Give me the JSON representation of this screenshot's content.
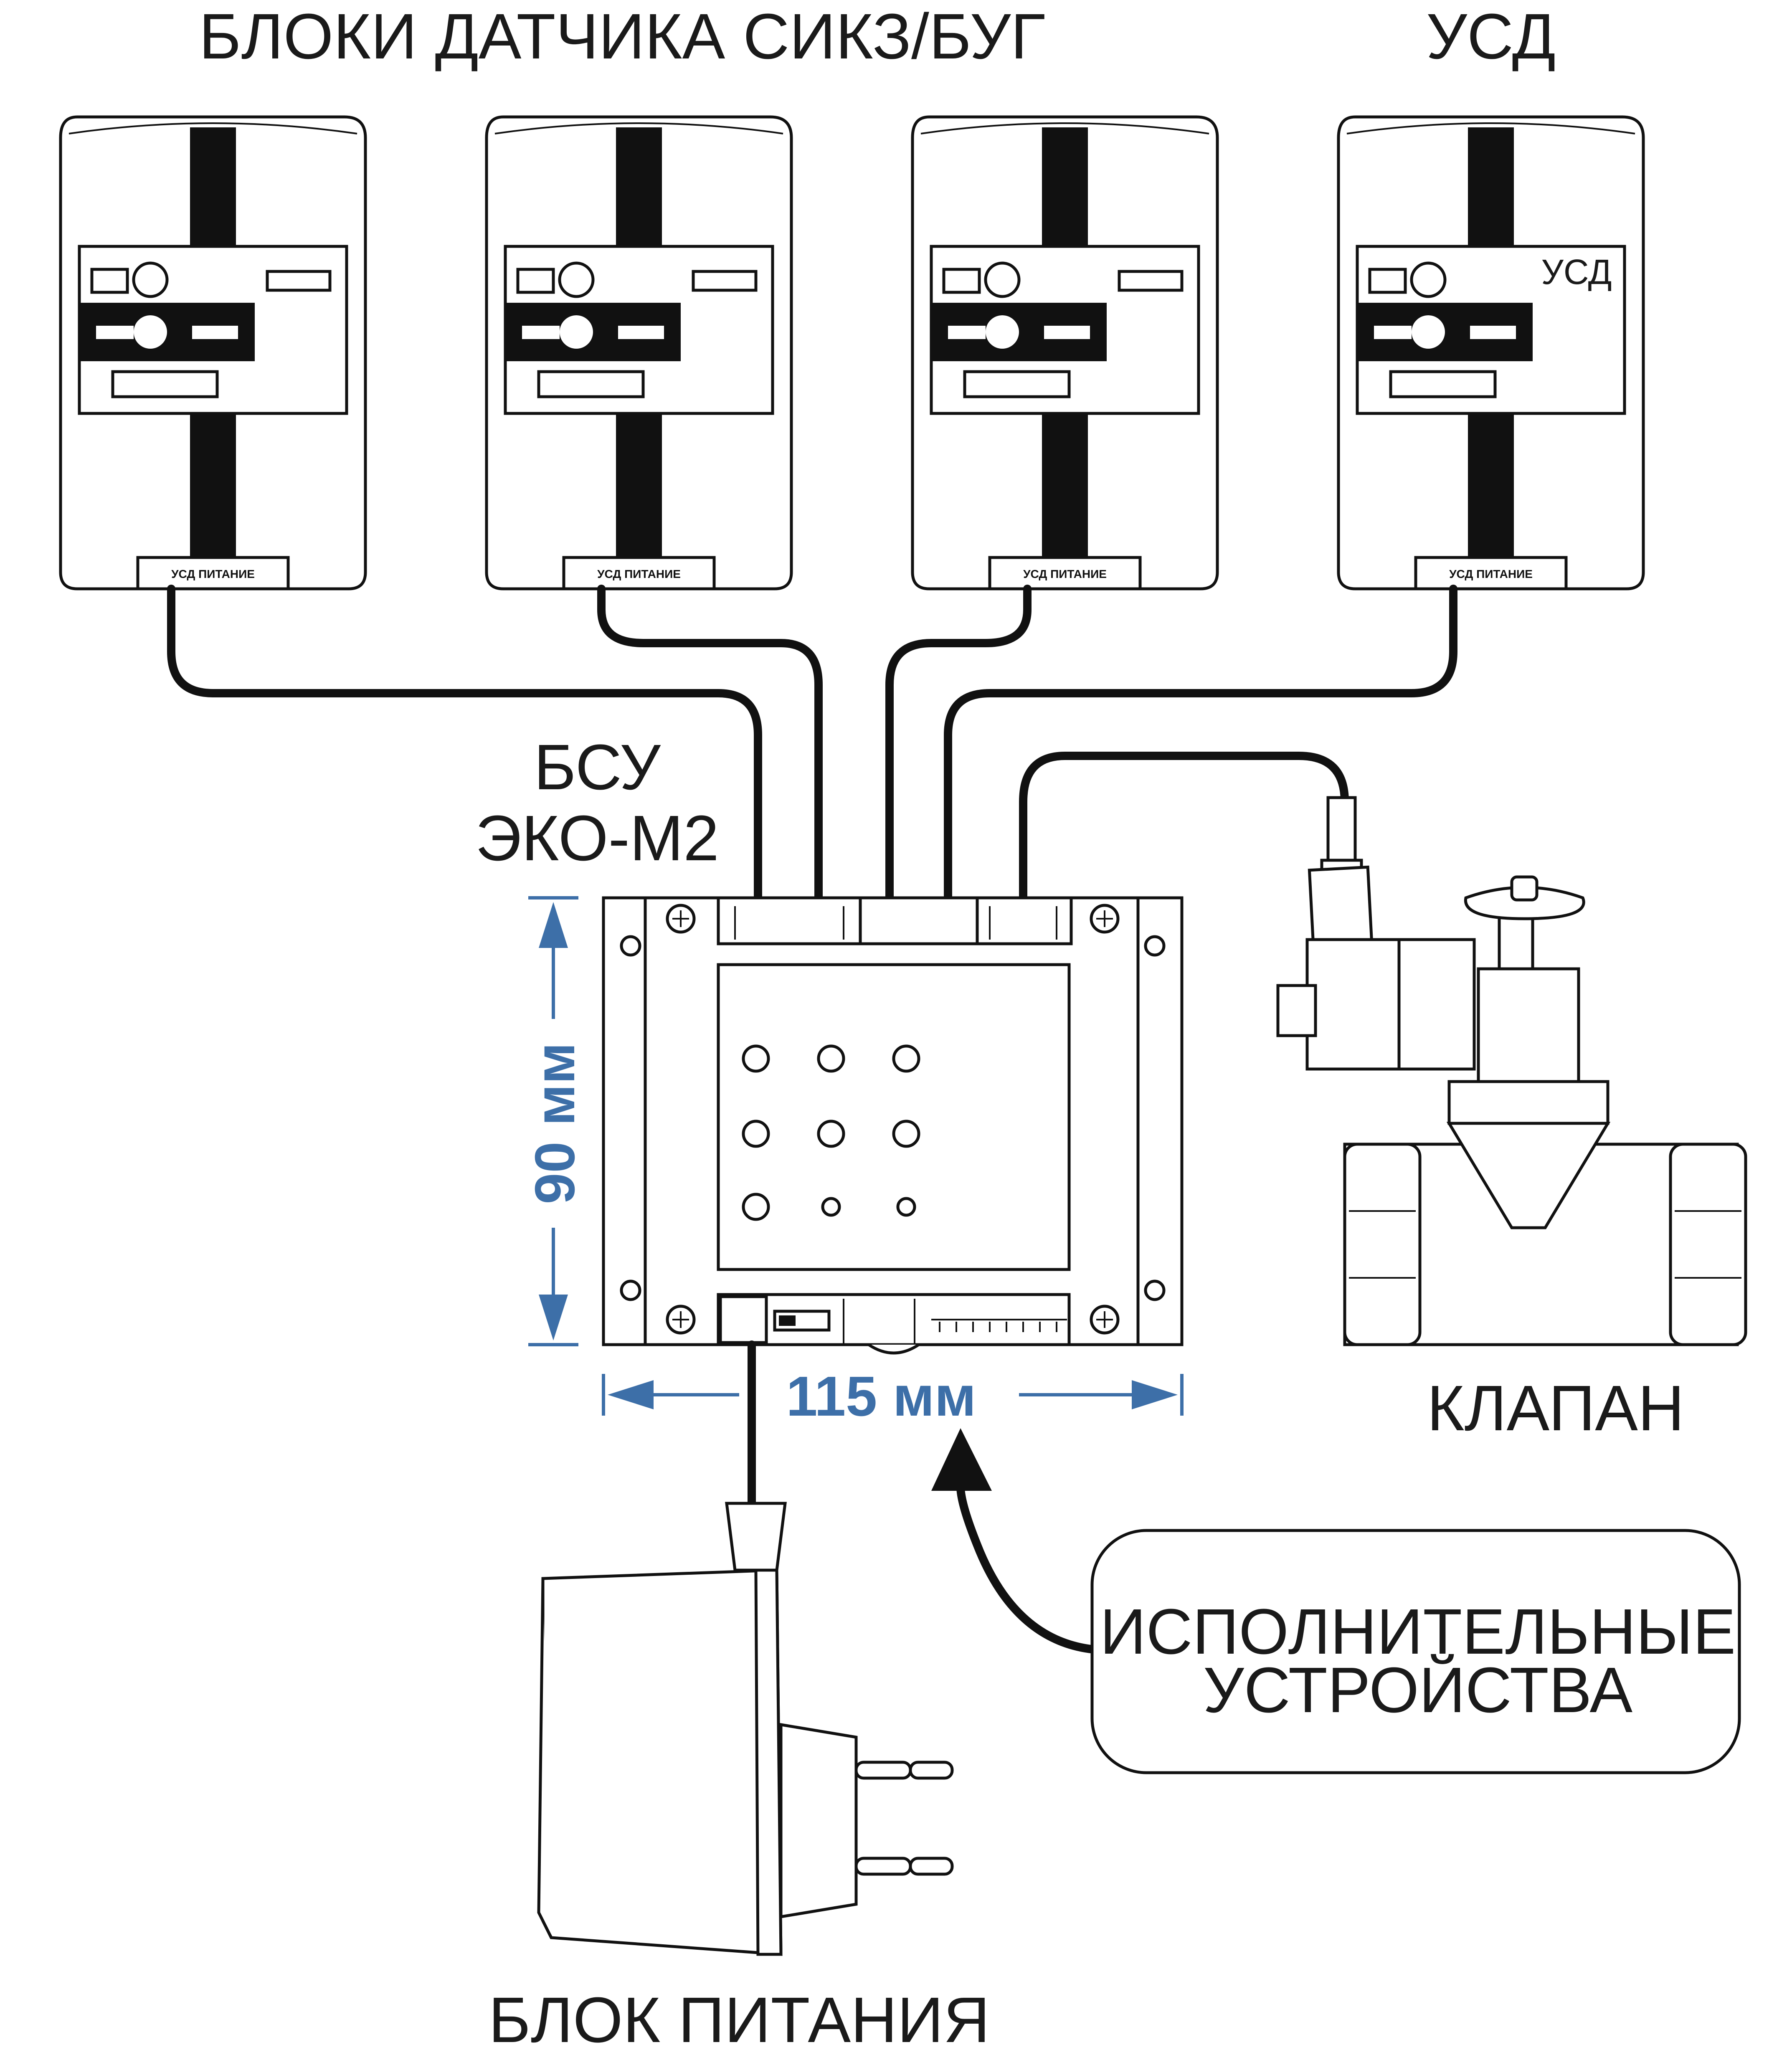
{
  "labels": {
    "sensor_blocks": "БЛОКИ ДАТЧИКА СИКЗ/БУГ",
    "usd_title": "УСД",
    "bsu_line1": "БСУ",
    "bsu_line2": "ЭКО-М2",
    "valve": "КЛАПАН",
    "power_supply": "БЛОК ПИТАНИЯ",
    "actuators_line1": "ИСПОЛНИТЕЛЬНЫЕ",
    "actuators_line2": "УСТРОЙСТВА"
  },
  "dimensions": {
    "height": "90 мм",
    "width": "115 мм"
  },
  "units": [
    {
      "terminal_label": "УСД ПИТАНИЕ",
      "badge": ""
    },
    {
      "terminal_label": "УСД ПИТАНИЕ",
      "badge": ""
    },
    {
      "terminal_label": "УСД ПИТАНИЕ",
      "badge": ""
    },
    {
      "terminal_label": "УСД ПИТАНИЕ",
      "badge": "УСД"
    }
  ],
  "colors": {
    "dimension_accent": "#3d6fa8",
    "line": "#111111"
  }
}
